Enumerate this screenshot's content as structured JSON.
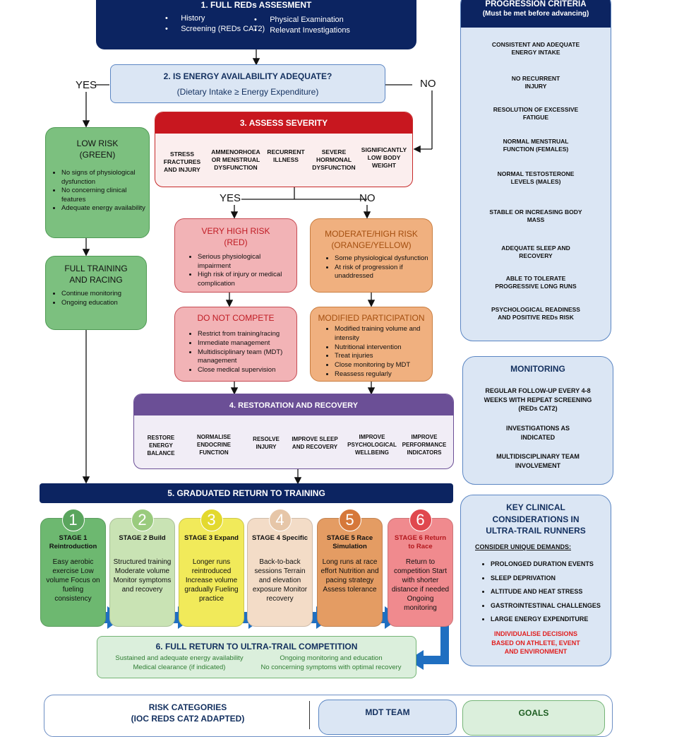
{
  "box1": {
    "title": "1. FULL REDs ASSESMENT",
    "left_items": [
      "History",
      "Screening (REDs CAT2)"
    ],
    "right_items": [
      "Physical Examination",
      "Relevant Investigations"
    ]
  },
  "box2": {
    "title": "2. IS ENERGY AVAILABILITY ADEQUATE?",
    "subtitle": "(Dietary Intake ≥ Energy Expenditure)",
    "yes": "YES",
    "no": "NO"
  },
  "box3": {
    "title": "3. ASSESS SEVERITY",
    "items": [
      "STRESS FRACTURES AND INJURY",
      "AMMENORHOEA OR MENSTRUAL DYSFUNCTION",
      "RECURRENT ILLNESS",
      "SEVERE HORMONAL DYSFUNCTION",
      "SIGNIFICANTLY LOW BODY WEIGHT"
    ],
    "yes": "YES",
    "no": "NO"
  },
  "low_risk": {
    "title": "LOW RISK (GREEN)",
    "items": [
      "No signs of physiological dysfunction",
      "No concerning clinical features",
      "Adequate energy availability"
    ]
  },
  "full_training": {
    "title": "FULL TRAINING AND RACING",
    "items": [
      "Continue monitoring",
      "Ongoing education"
    ]
  },
  "very_high": {
    "title": "VERY HIGH RISK (RED)",
    "items": [
      "Serious physiological impairment",
      "High risk of injury or medical complication"
    ]
  },
  "moderate": {
    "title": "MODERATE/HIGH RISK (ORANGE/YELLOW)",
    "items": [
      "Some physiological dysfunction",
      "At risk of progression if unaddressed"
    ]
  },
  "do_not_compete": {
    "title": "DO NOT COMPETE",
    "items": [
      "Restrict from training/racing",
      "Immediate management",
      "Multidisciplinary team (MDT) management",
      "Close medical supervision"
    ]
  },
  "modified": {
    "title": "MODIFIED PARTICIPATION",
    "items": [
      "Modified training volume and intensity",
      "Nutritional intervention",
      "Treat injuries",
      "Close monitoring by MDT",
      "Reassess regularly"
    ]
  },
  "restoration": {
    "title": "4. RESTORATION AND RECOVERY",
    "items": [
      "RESTORE ENERGY BALANCE",
      "NORMALISE ENDOCRINE FUNCTION",
      "RESOLVE INJURY",
      "IMPROVE SLEEP AND RECOVERY",
      "IMPROVE PSYCHOLOGICAL WELLBEING",
      "IMPROVE PERFORMANCE INDICATORS"
    ]
  },
  "graduated": {
    "title": "5. GRADUATED RETURN TO TRAINING",
    "stages": [
      {
        "num": "1",
        "title": "STAGE 1 Reintroduction",
        "body": "Easy aerobic exercise Low volume Focus on fueling consistency",
        "color": "#5aa55e",
        "bg": "#6db870"
      },
      {
        "num": "2",
        "title": "STAGE 2 Build",
        "body": "Structured training Moderate volume Monitor symptoms and recovery",
        "color": "#9acb7e",
        "bg": "#c9e3b4"
      },
      {
        "num": "3",
        "title": "STAGE 3 Expand",
        "body": "Longer runs reintroduced Increase volume gradually Fueling practice",
        "color": "#e3d92e",
        "bg": "#f1ea5a"
      },
      {
        "num": "4",
        "title": "STAGE 4 Specific",
        "body": "Back-to-back sessions Terrain and elevation exposure Monitor recovery",
        "color": "#e6c6a8",
        "bg": "#f3dcc7"
      },
      {
        "num": "5",
        "title": "STAGE 5 Race Simulation",
        "body": "Long runs at race effort Nutrition and pacing strategy Assess tolerance",
        "color": "#d6783a",
        "bg": "#e49c63"
      },
      {
        "num": "6",
        "title": "STAGE 6 Return to Race",
        "body": "Return to competition Start with shorter distance if needed Ongoing monitoring",
        "color": "#e0484e",
        "bg": "#f08a8e"
      }
    ]
  },
  "full_return": {
    "title": "6. FULL RETURN TO ULTRA-TRAIL COMPETITION",
    "left": [
      "Sustained and adequate energy availability",
      "Medical clearance (if indicated)"
    ],
    "right": [
      "Ongoing monitoring and education",
      "No concerning symptoms with optimal recovery"
    ]
  },
  "progression": {
    "title": "PROGRESSION CRITERIA",
    "subtitle": "(Must be met before advancing)",
    "items": [
      "CONSISTENT AND ADEQUATE ENERGY INTAKE",
      "NO RECURRENT INJURY",
      "RESOLUTION OF EXCESSIVE FATIGUE",
      "NORMAL MENSTRUAL FUNCTION (FEMALES)",
      "NORMAL TESTOSTERONE LEVELS (MALES)",
      "STABLE OR INCREASING BODY MASS",
      "ADEQUATE SLEEP AND RECOVERY",
      "ABLE TO TOLERATE PROGRESSIVE LONG RUNS",
      "PSYCHOLOGICAL READINESS AND POSITIVE REDs RISK"
    ]
  },
  "monitoring": {
    "title": "MONITORING",
    "items": [
      "REGULAR FOLLOW-UP EVERY 4-8 WEEKS WITH REPEAT SCREENING (REDs CAT2)",
      "INVESTIGATIONS AS INDICATED",
      "MULTIDISCIPLINARY TEAM INVOLVEMENT"
    ]
  },
  "key_clinical": {
    "title": "KEY CLINICAL CONSIDERATIONS IN ULTRA-TRAIL RUNNERS",
    "subheading": "CONSIDER UNIQUE DEMANDS:",
    "items": [
      "PROLONGED DURATION EVENTS",
      "SLEEP DEPRIVATION",
      "ALTITUDE AND HEAT STRESS",
      "GASTROINTESTINAL CHALLENGES",
      "LARGE ENERGY EXPENDITURE"
    ],
    "note": "INDIVIDUALISE DECISIONS BASED ON ATHLETE, EVENT AND ENVIRONMENT"
  },
  "bottom": {
    "risk_title": "RISK CATEGORIES",
    "risk_subtitle": "(IOC REDS CAT2 ADAPTED)",
    "mdt_title": "MDT TEAM",
    "goals_title": "GOALS"
  }
}
